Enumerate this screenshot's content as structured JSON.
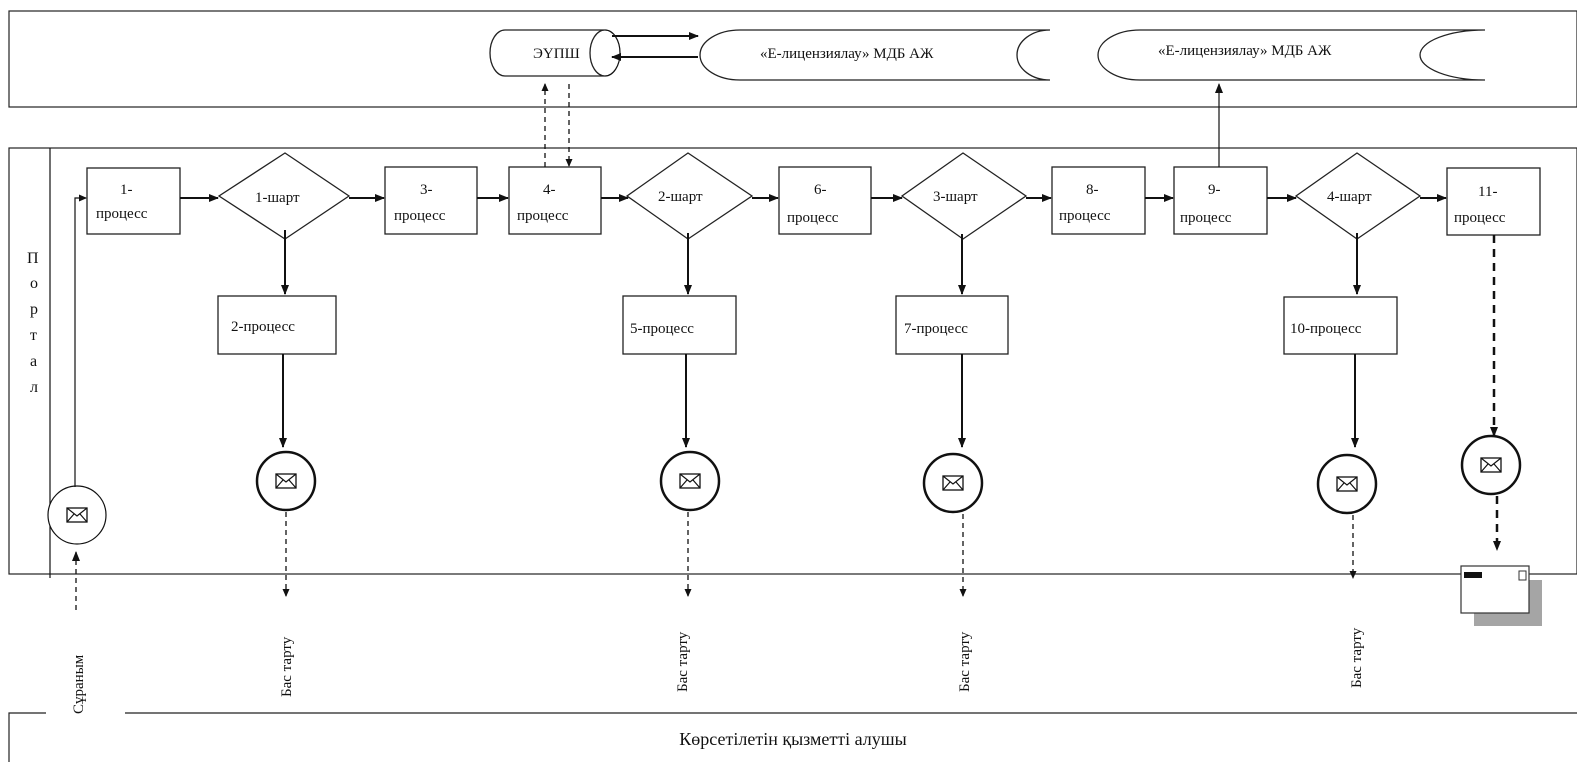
{
  "system_lane": {
    "eupsh": "ЭҮПШ",
    "db1": "«Е-лицензиялау» МДБ АЖ",
    "db2": "«Е-лицензиялау» МДБ АЖ"
  },
  "portal_lane": {
    "label_letters": [
      "П",
      "о",
      "р",
      "т",
      "а",
      "л"
    ]
  },
  "processes": {
    "p1": [
      "1-",
      "процесс"
    ],
    "p2": "2-процесс",
    "p3": [
      "3-",
      "процесс"
    ],
    "p4": [
      "4-",
      "процесс"
    ],
    "p5": "5-процесс",
    "p6": [
      "6-",
      "процесс"
    ],
    "p7": "7-процесс",
    "p8": [
      "8-",
      "процесс"
    ],
    "p9": [
      "9-",
      "процесс"
    ],
    "p10": "10-процесс",
    "p11": [
      "11-",
      "процесс"
    ]
  },
  "conditions": {
    "c1": "1-шарт",
    "c2": "2-шарт",
    "c3": "3-шарт",
    "c4": "4-шарт"
  },
  "outputs": {
    "request": "Сұраным",
    "refusal_1": "Бас тарту",
    "refusal_2": "Бас тарту",
    "refusal_3": "Бас тарту",
    "refusal_4": "Бас тарту"
  },
  "recipient_lane": {
    "label": "Көрсетілетін қызметті алушы"
  },
  "icons": {
    "message": "envelope-icon",
    "result_document": "document-icon"
  }
}
